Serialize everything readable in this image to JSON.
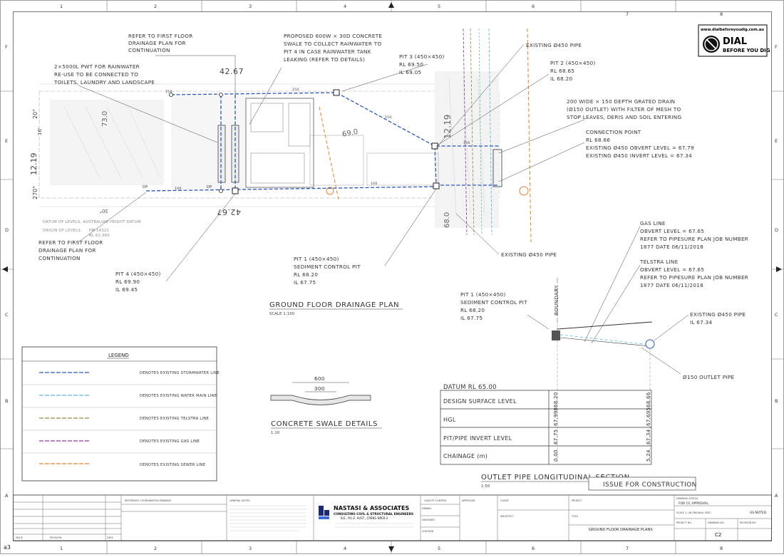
{
  "grid": {
    "columns": [
      "1",
      "2",
      "3",
      "4",
      "5",
      "6",
      "7",
      "8"
    ],
    "rows": [
      "F",
      "E",
      "D",
      "C",
      "B",
      "A"
    ]
  },
  "dial": {
    "url": "www.dialbeforeyoudig.com.au",
    "line1": "DIAL",
    "line2": "BEFORE YOU DIG"
  },
  "plan": {
    "title": "GROUND FLOOR DRAINAGE PLAN",
    "scale": "SCALE 1:100",
    "notes": {
      "refer_top": [
        "REFER TO FIRST FLOOR",
        "DRAINAGE PLAN FOR",
        "CONTINUATION"
      ],
      "refer_bottom": [
        "REFER TO FIRST FLOOR",
        "DRAINAGE PLAN FOR",
        "CONTINUATION"
      ],
      "swale": [
        "PROPOSED 600W × 30D CONCRETE",
        "SWALE TO COLLECT RAINWATER TO",
        "PIT 4 IN CASE RAINWATER TANK",
        "LEAKING (REFER TO DETAILS)"
      ],
      "pwt": [
        "2×5000L PWT FOR RAINWATER",
        "RE-USE TO BE CONNECTED TO",
        "TOILETS, LAUNDRY AND LANDSCAPE"
      ],
      "pit3": [
        "PIT 3 (450×450)",
        "RL  69.50",
        "IL  69.05"
      ],
      "existing_top": "EXISTING Ø450 PIPE",
      "pit2": [
        "PIT 2 (450×450)",
        "RL  68.65",
        "IL  68.20"
      ],
      "grated": [
        "200 WIDE × 150 DEPTH GRATED DRAIN",
        "(Ø150 OUTLET) WITH FILTER OF MESH TO",
        "STOP LEAVES, DERIS AND SOIL ENTERING"
      ],
      "connection": [
        "CONNECTION POINT",
        "RL 68.66",
        "EXISTING Ø450 OBVERT LEVEL = 67.79",
        "EXISTING Ø450 INVERT LEVEL = 67.34"
      ],
      "pit1": [
        "PIT 1 (450×450)",
        "SEDIMENT CONTROL PIT",
        "RL  68.20",
        "IL  67.75"
      ],
      "pit4": [
        "PIT 4 (450×450)",
        "RL  69.90",
        "IL  69.45"
      ],
      "existing_bottom": "EXISTING Ø450 PIPE",
      "datum_levels": "DATUM OF LEVELS: AUSTRALIAN HEIGHT DATUM",
      "origin_levels": "ORIGIN OF LEVELS:",
      "origin_values": [
        "PM 14321",
        "RL 62.060"
      ],
      "dim_top": "42.67",
      "dim_bottom": "42.67",
      "dim_width": "12.19",
      "dim_top_left": "20°",
      "dim_side": "16'",
      "dim_bottom_left": "270°",
      "dim_bottom_mid": "30°",
      "contour_a": "73.0",
      "contour_b": "69.0",
      "contour_c": "68.0",
      "contour_d": "12.19",
      "dp": "DP",
      "pipe_labels": [
        "150",
        "150",
        "100",
        "100",
        "150",
        "100"
      ]
    }
  },
  "gas_note": [
    "GAS LINE",
    "OBVERT LEVEL = 67.65",
    "REFER TO PIPESURE PLAN JOB NUMBER",
    "1877 DATE 06/11/2018"
  ],
  "telstra_note": [
    "TELSTRA LINE",
    "OBVERT LEVEL = 67.65",
    "REFER TO PIPESURE PLAN JOB NUMBER",
    "1877 DATE 06/11/2018"
  ],
  "section": {
    "pit1": [
      "PIT 1 (450×450)",
      "SEDIMENT CONTROL PIT",
      "RL     68.20",
      "IL      67.75"
    ],
    "boundary": "BOUNDARY",
    "existing": [
      "EXISTING Ø450 PIPE",
      "IL  67.34"
    ],
    "outlet": "Ø150 OUTLET PIPE",
    "datum": "DATUM RL 65.00",
    "rows": [
      "DESIGN SURFACE LEVEL",
      "HGL",
      "PIT/PIPE INVERT LEVEL",
      "CHAINAGE (m)"
    ],
    "values_left": [
      "68.20",
      "67.998",
      "67.75",
      "0.00"
    ],
    "values_right": [
      "68.66",
      "67.695",
      "67.34",
      "5.24"
    ],
    "title": "OUTLET PIPE LONGITUDINAL SECTION",
    "scale": "1:50",
    "stamp": "ISSUE FOR CONSTRUCTION"
  },
  "swale_detail": {
    "title": "CONCRETE SWALE DETAILS",
    "scale": "1:10",
    "dim_outer": "600",
    "dim_inner": "300"
  },
  "legend": {
    "title": "LEGEND",
    "items": [
      {
        "label": "DENOTES EXISTING STORMWATER LINE",
        "color": "#2a56b8"
      },
      {
        "label": "DENOTES EXISTING WATER MAIN LINE",
        "color": "#5fb3d9"
      },
      {
        "label": "DENOTES EXISTING TELSTRA LINE",
        "color": "#9a8a3c"
      },
      {
        "label": "DENOTES EXISTING GAS LINE",
        "color": "#8a3c9a"
      },
      {
        "label": "DENOTES EXISTING SEWER LINE",
        "color": "#e0822a"
      }
    ]
  },
  "title_block": {
    "issue": "ISSUE",
    "revision": "REVISION",
    "date": "DATE",
    "reference": "REFERENCE  COORDINATION  DRAWING",
    "general_notes": "GENERAL NOTES",
    "company": "NASTASI & ASSOCIATES",
    "subtitle": "CONSULTING CIVIL & STRUCTURAL ENGINEERS",
    "quals": "B.E., M.I.E. AUST., CPENG NPER-3",
    "quality": "QUALITY  CONTROL",
    "approved": "APPROVED",
    "drawn": "DRAWN",
    "designed": "DESIGNED",
    "checked": "CHECKED",
    "client": "CLIENT",
    "architect": "ARCHITECT",
    "project": "PROJECT",
    "title_label": "TITLE",
    "drawing_title": "GROUND FLOOR DRAINAGE PLANS",
    "status_label": "DRAWING STATUS",
    "status": "FOR CC APPROVAL",
    "scale_label": "SCALE  1:  (IN ORIGINAL SIZE)",
    "scale_value": "AS NOTED",
    "project_no": "PROJECT NO.",
    "drawing_no_label": "DRAWING NO.",
    "revision_no": "REVISION NO.",
    "drawing_no": "C2"
  },
  "sheet_size": "a3"
}
